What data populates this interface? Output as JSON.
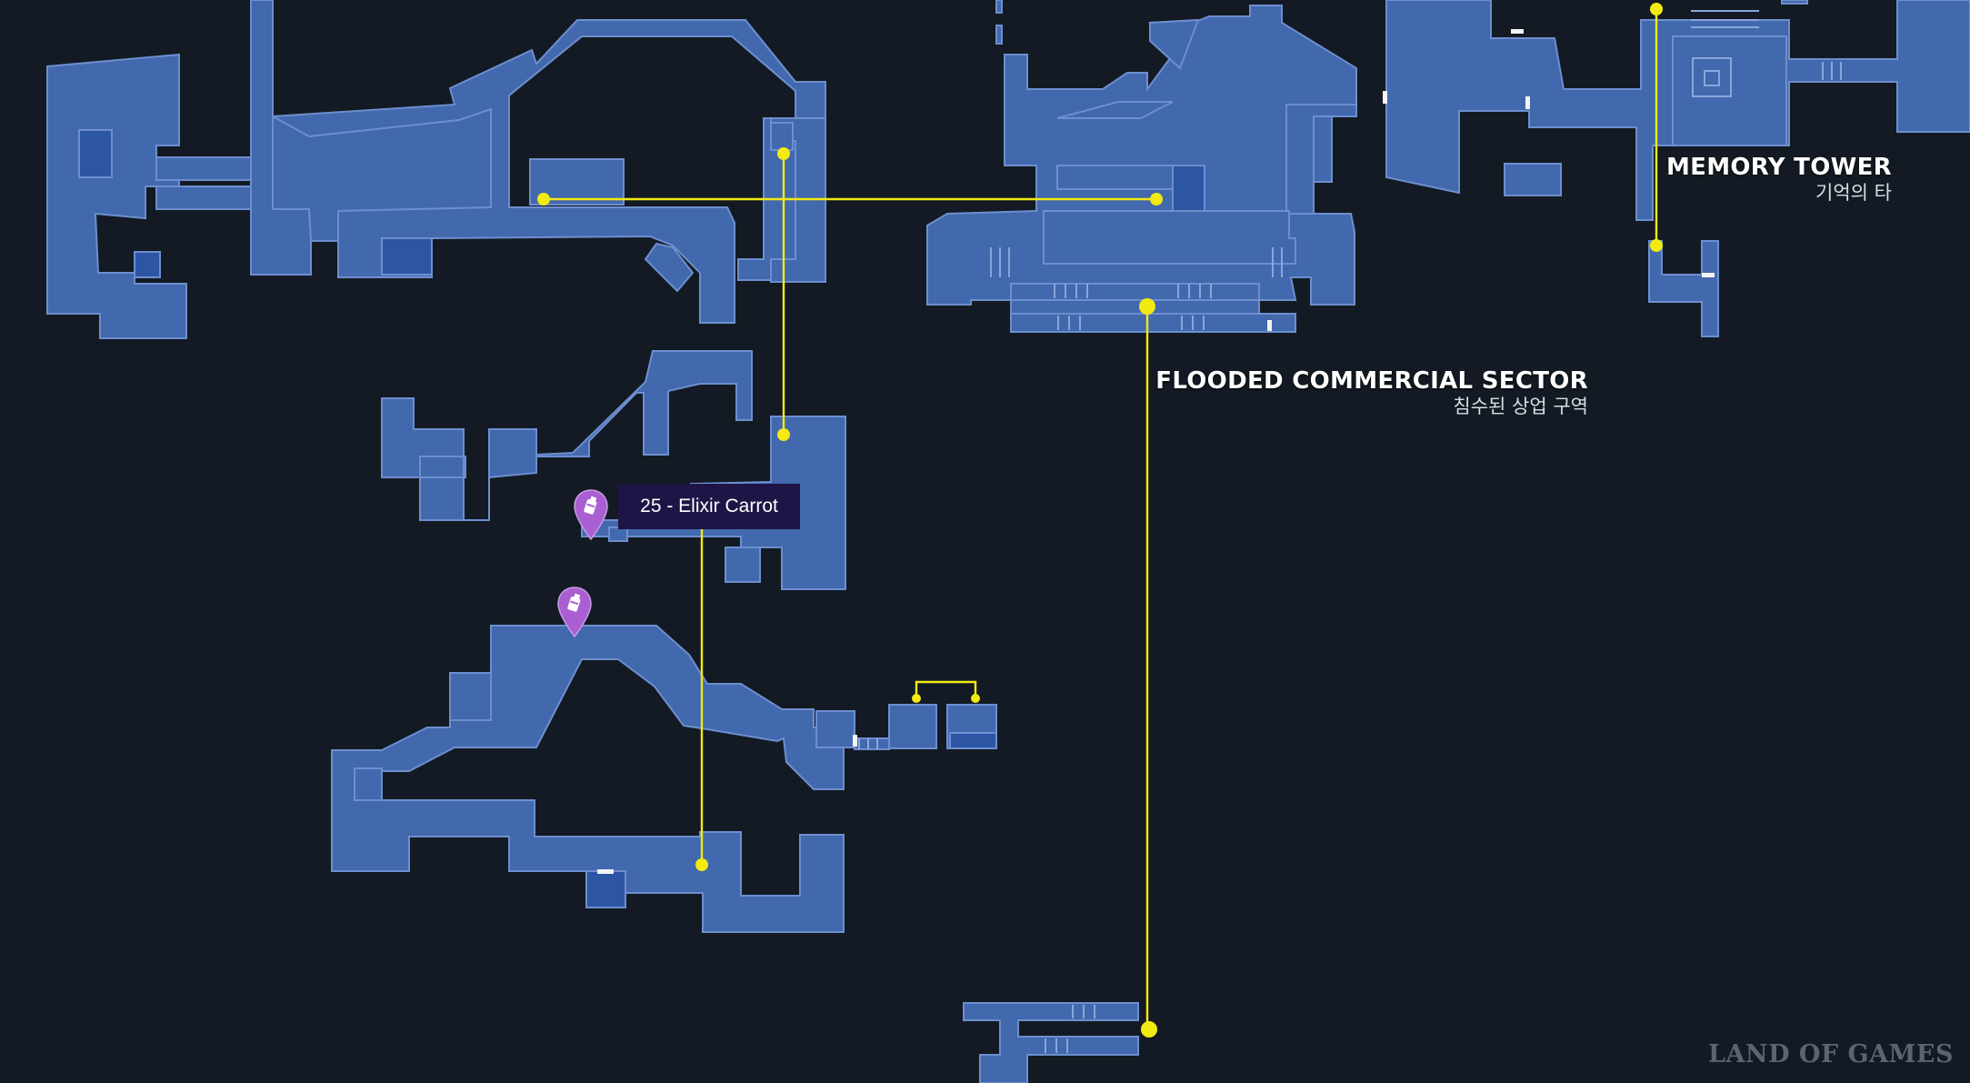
{
  "map": {
    "background": "#131a24",
    "room_color": "#4268ad",
    "room_outline": "#6d8fce",
    "connector_color": "#f2ea10",
    "marker_color": "#a95fd2"
  },
  "regions": {
    "memory_tower": {
      "name": "MEMORY TOWER",
      "name_ko": "기억의 타"
    },
    "flooded_commercial_sector": {
      "name": "FLOODED COMMERCIAL SECTOR",
      "name_ko": "침수된 상업 구역"
    }
  },
  "markers": [
    {
      "id": "elixir-carrot",
      "icon": "bottle-icon",
      "tooltip": "25 - Elixir Carrot"
    },
    {
      "id": "item-marker-2",
      "icon": "bottle-icon"
    }
  ],
  "watermark": "LAND OF GAMES"
}
